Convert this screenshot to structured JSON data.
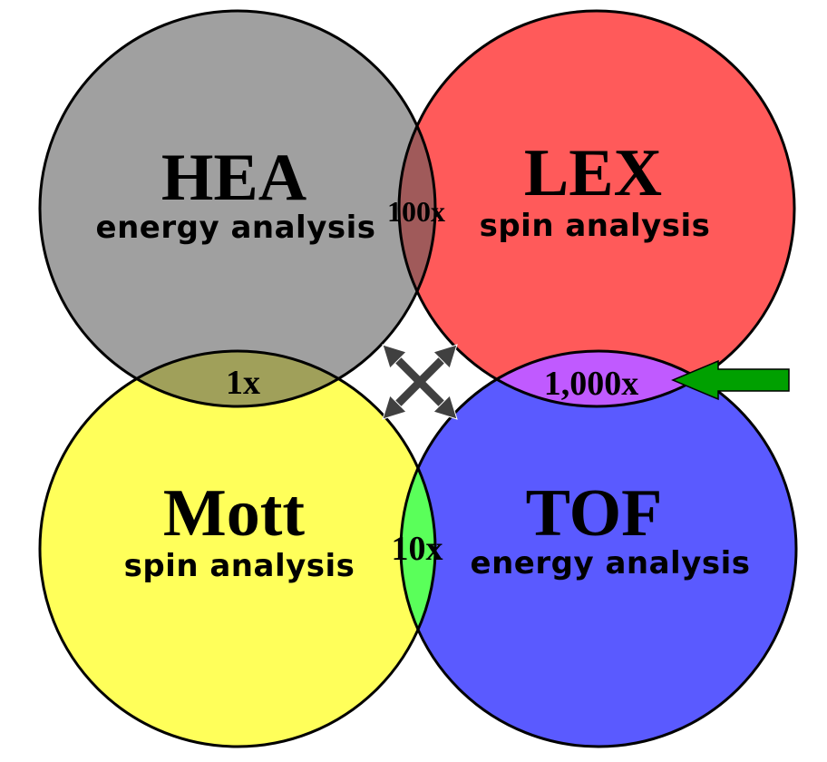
{
  "circles": {
    "hea": {
      "title": "HEA",
      "subtitle": "energy analysis",
      "color": "#a0a0a0"
    },
    "lex": {
      "title": "LEX",
      "subtitle": "spin analysis",
      "color": "#ff5a5a"
    },
    "mott": {
      "title": "Mott",
      "subtitle": "spin analysis",
      "color": "#ffff5a"
    },
    "tof": {
      "title": "TOF",
      "subtitle": "energy analysis",
      "color": "#5a5aff"
    }
  },
  "overlaps": {
    "hea_lex": {
      "label": "100x",
      "color": "#a05a5a"
    },
    "hea_mott": {
      "label": "1x",
      "color": "#a0a05a"
    },
    "mott_tof": {
      "label": "10x",
      "color": "#5aff5a"
    },
    "lex_tof": {
      "label": "1,000x",
      "color": "#c05aff"
    }
  },
  "arrow_colors": {
    "highlight": "#00a000",
    "cross": "#404040"
  }
}
